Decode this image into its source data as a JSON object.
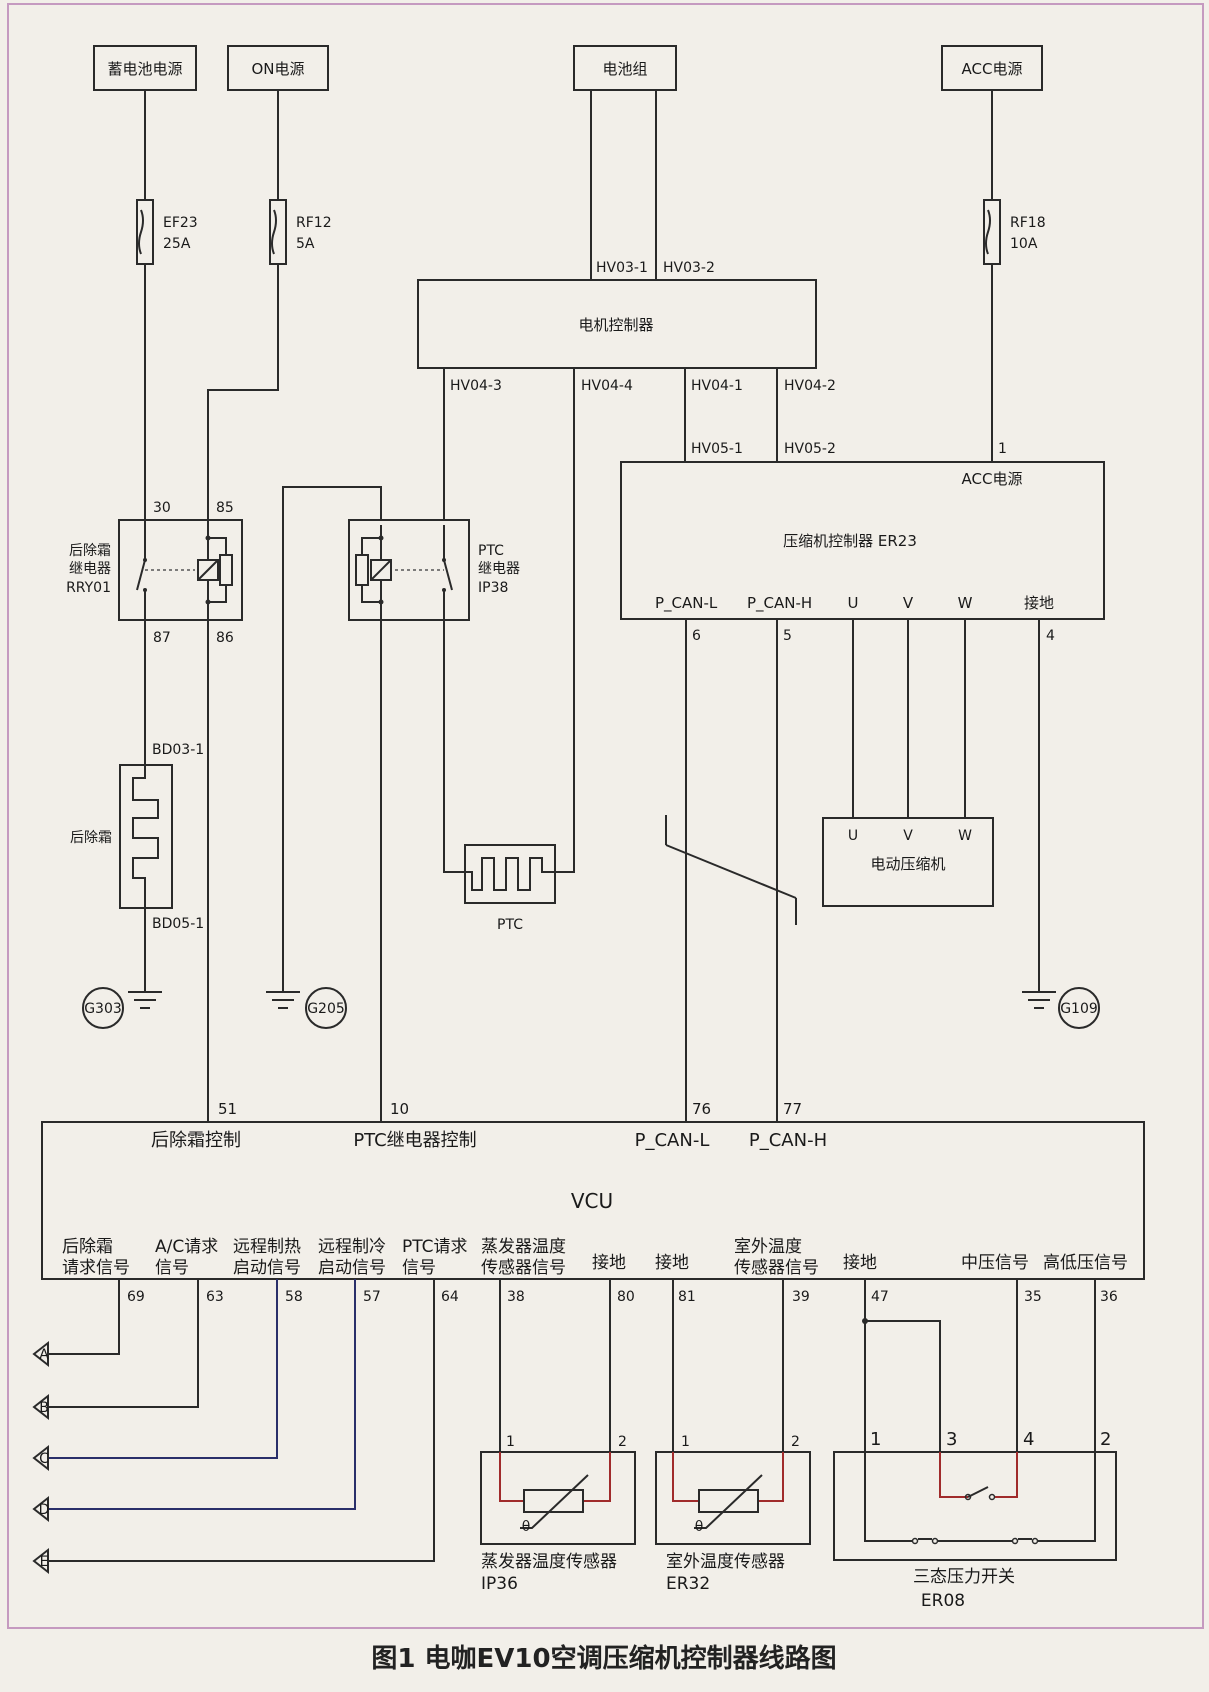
{
  "sources": {
    "battery": "蓄电池电源",
    "on": "ON电源",
    "pack": "电池组",
    "acc": "ACC电源"
  },
  "fuses": {
    "ef23": {
      "name": "EF23",
      "rating": "25A"
    },
    "rf12": {
      "name": "RF12",
      "rating": "5A"
    },
    "rf18": {
      "name": "RF18",
      "rating": "10A"
    }
  },
  "motor_ctrl": {
    "title": "电机控制器",
    "in1": "HV03-1",
    "in2": "HV03-2",
    "o3": "HV04-3",
    "o4": "HV04-4",
    "o1": "HV04-1",
    "o2": "HV04-2"
  },
  "comp_ctrl": {
    "title": "压缩机控制器 ER23",
    "acc_label": "ACC电源",
    "hv1": "HV05-1",
    "hv2": "HV05-2",
    "pin_acc": "1",
    "can_l": "P_CAN-L",
    "can_h": "P_CAN-H",
    "u": "U",
    "v": "V",
    "w": "W",
    "gnd": "接地",
    "p6": "6",
    "p5": "5",
    "p4": "4"
  },
  "relay_rear": {
    "line1": "后除霜",
    "line2": "继电器",
    "line3": "RRY01",
    "p30": "30",
    "p85": "85",
    "p87": "87",
    "p86": "86"
  },
  "relay_ptc": {
    "line1": "PTC",
    "line2": "继电器",
    "line3": "IP38"
  },
  "defrost": {
    "label": "后除霜",
    "pin_top": "BD03-1",
    "pin_bottom": "BD05-1"
  },
  "ptc_heater": {
    "label": "PTC"
  },
  "e_comp": {
    "label": "电动压缩机",
    "u": "U",
    "v": "V",
    "w": "W"
  },
  "grounds": {
    "g303": "G303",
    "g205": "G205",
    "g109": "G109"
  },
  "vcu": {
    "title": "VCU",
    "top_pins": [
      "51",
      "10",
      "76",
      "77"
    ],
    "top_labels": [
      "后除霜控制",
      "PTC继电器控制",
      "P_CAN-L",
      "P_CAN-H"
    ],
    "sig_rear_1": "后除霜",
    "sig_rear_2": "请求信号",
    "sig_ac_1": "A/C请求",
    "sig_ac_2": "信号",
    "sig_heat_1": "远程制热",
    "sig_heat_2": "启动信号",
    "sig_cool_1": "远程制冷",
    "sig_cool_2": "启动信号",
    "sig_ptc_1": "PTC请求",
    "sig_ptc_2": "信号",
    "sig_evap_1": "蒸发器温度",
    "sig_evap_2": "传感器信号",
    "sig_gnd_a": "接地",
    "sig_gnd_b": "接地",
    "sig_out_1": "室外温度",
    "sig_out_2": "传感器信号",
    "sig_gnd_c": "接地",
    "sig_mid": "中压信号",
    "sig_hilo": "高低压信号",
    "bottom_pins": [
      "69",
      "63",
      "58",
      "57",
      "64",
      "38",
      "80",
      "81",
      "39",
      "47",
      "35",
      "36"
    ]
  },
  "connectors": [
    "A",
    "B",
    "C",
    "D",
    "E"
  ],
  "evap_sensor": {
    "line1": "蒸发器温度传感器",
    "line2": "IP36",
    "p1": "1",
    "p2": "2",
    "theta": "θ"
  },
  "out_sensor": {
    "line1": "室外温度传感器",
    "line2": "ER32",
    "p1": "1",
    "p2": "2",
    "theta": "θ"
  },
  "pressure_switch": {
    "line1": "三态压力开关",
    "line2": "ER08",
    "p1": "1",
    "p3": "3",
    "p4": "4",
    "p2": "2"
  },
  "caption": "图1 电咖EV10空调压缩机控制器线路图",
  "colors": {
    "wire": "#2a2a2a",
    "red_wire": "#a02b2b",
    "blue_wire": "#2a2f6a",
    "frame": "#c59ac0",
    "paper": "#f2efe9"
  }
}
